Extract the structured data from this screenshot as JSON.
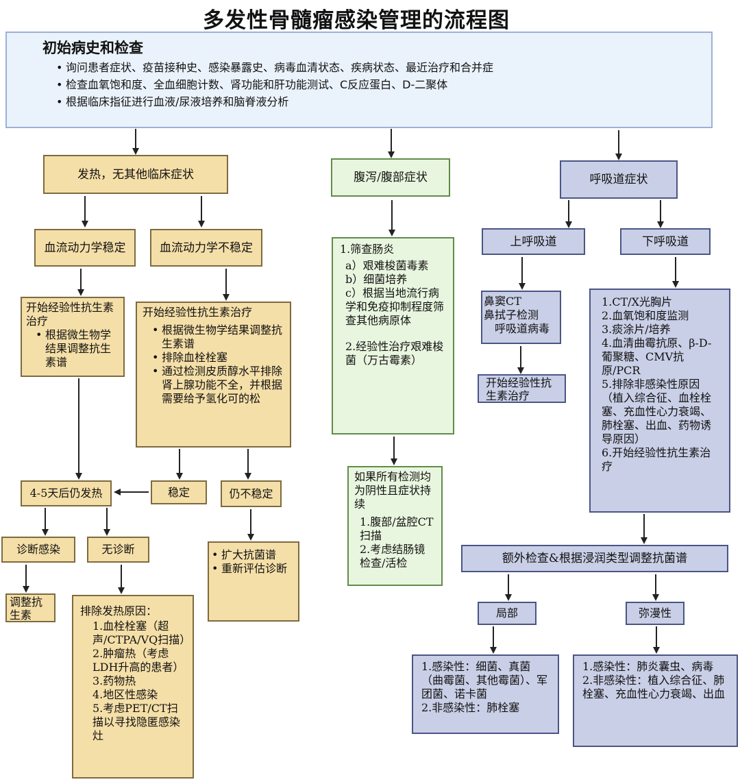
{
  "title": "多发性骨髓瘤感染管理的流程图",
  "history": {
    "heading": "初始病史和检查",
    "items": [
      "询问患者症状、疫苗接种史、感染暴露史、病毒血清状态、疾病状态、最近治疗和合并症",
      "检查血氧饱和度、全血细胞计数、肾功能和肝功能测试、C反应蛋白、D-二聚体",
      "根据临床指征进行血液/尿液培养和脑脊液分析"
    ]
  },
  "fever": {
    "title": "发热，无其他临床症状",
    "stable": "血流动力学稳定",
    "unstable": "血流动力学不稳定",
    "stable_tx_title": "开始经验性抗生素治疗",
    "stable_tx_items": [
      "根据微生物学结果调整抗生素谱"
    ],
    "unstable_tx_title": "开始经验性抗生素治疗",
    "unstable_tx_items": [
      "根据微生物学结果调整抗生素谱",
      "排除血栓栓塞",
      "通过检测皮质醇水平排除肾上腺功能不全，并根据需要给予氢化可的松"
    ],
    "persist": "4-5天后仍发热",
    "stabilized": "稳定",
    "still_unstable": "仍不稳定",
    "diagnosed": "诊断感染",
    "no_diagnosis": "无诊断",
    "adjust": "调整抗生素",
    "expand_items": [
      "扩大抗菌谱",
      "重新评估诊断"
    ],
    "exclude_title": "排除发热原因：",
    "exclude_items": [
      "1.血栓栓塞（超声/CTPA/VQ扫描）",
      "2.肿瘤热（考虑LDH升高的患者）",
      "3.药物热",
      "4.地区性感染",
      "5.考虑PET/CT扫描以寻找隐匿感染灶"
    ]
  },
  "diarrhea": {
    "title": "腹泻/腹部症状",
    "screen_title": "1.筛查肠炎",
    "screen_items": [
      "a）艰难梭菌毒素",
      "b）细菌培养",
      "c）根据当地流行病学和免疫抑制程度筛查其他病原体"
    ],
    "empiric": "2.经验性治疗艰难梭菌（万古霉素）",
    "negative_title": "如果所有检测均为阴性且症状持续",
    "negative_items": [
      "1.腹部/盆腔CT扫描",
      "2.考虑结肠镜检查/活检"
    ]
  },
  "respiratory": {
    "title": "呼吸道症状",
    "upper": "上呼吸道",
    "lower": "下呼吸道",
    "upper_items": [
      "鼻窦CT",
      "鼻拭子检测",
      "呼吸道病毒"
    ],
    "upper_tx": "开始经验性抗生素治疗",
    "lower_items": [
      "1.CT/X光胸片",
      "2.血氧饱和度监测",
      "3.痰涂片/培养",
      "4.血清曲霉抗原、β-D-葡聚糖、CMV抗原/PCR",
      "5.排除非感染性原因（植入综合征、血栓栓塞、充血性心力衰竭、肺栓塞、出血、药物诱导原因）",
      "6.开始经验性抗生素治疗"
    ],
    "extra": "额外检查&根据浸润类型调整抗菌谱",
    "local": "局部",
    "diffuse": "弥漫性",
    "local_items": [
      "1.感染性：细菌、真菌（曲霉菌、其他霉菌）、军团菌、诺卡菌",
      "2.非感染性：肺栓塞"
    ],
    "diffuse_items": [
      "1.感染性：肺炎囊虫、病毒",
      "2.非感染性：植入综合征、肺栓塞、充血性心力衰竭、出血"
    ]
  },
  "colors": {
    "tan": "#f5dfa8",
    "green": "#e9f6df",
    "blue": "#c9cfe6",
    "header": "#eaf2fb"
  }
}
